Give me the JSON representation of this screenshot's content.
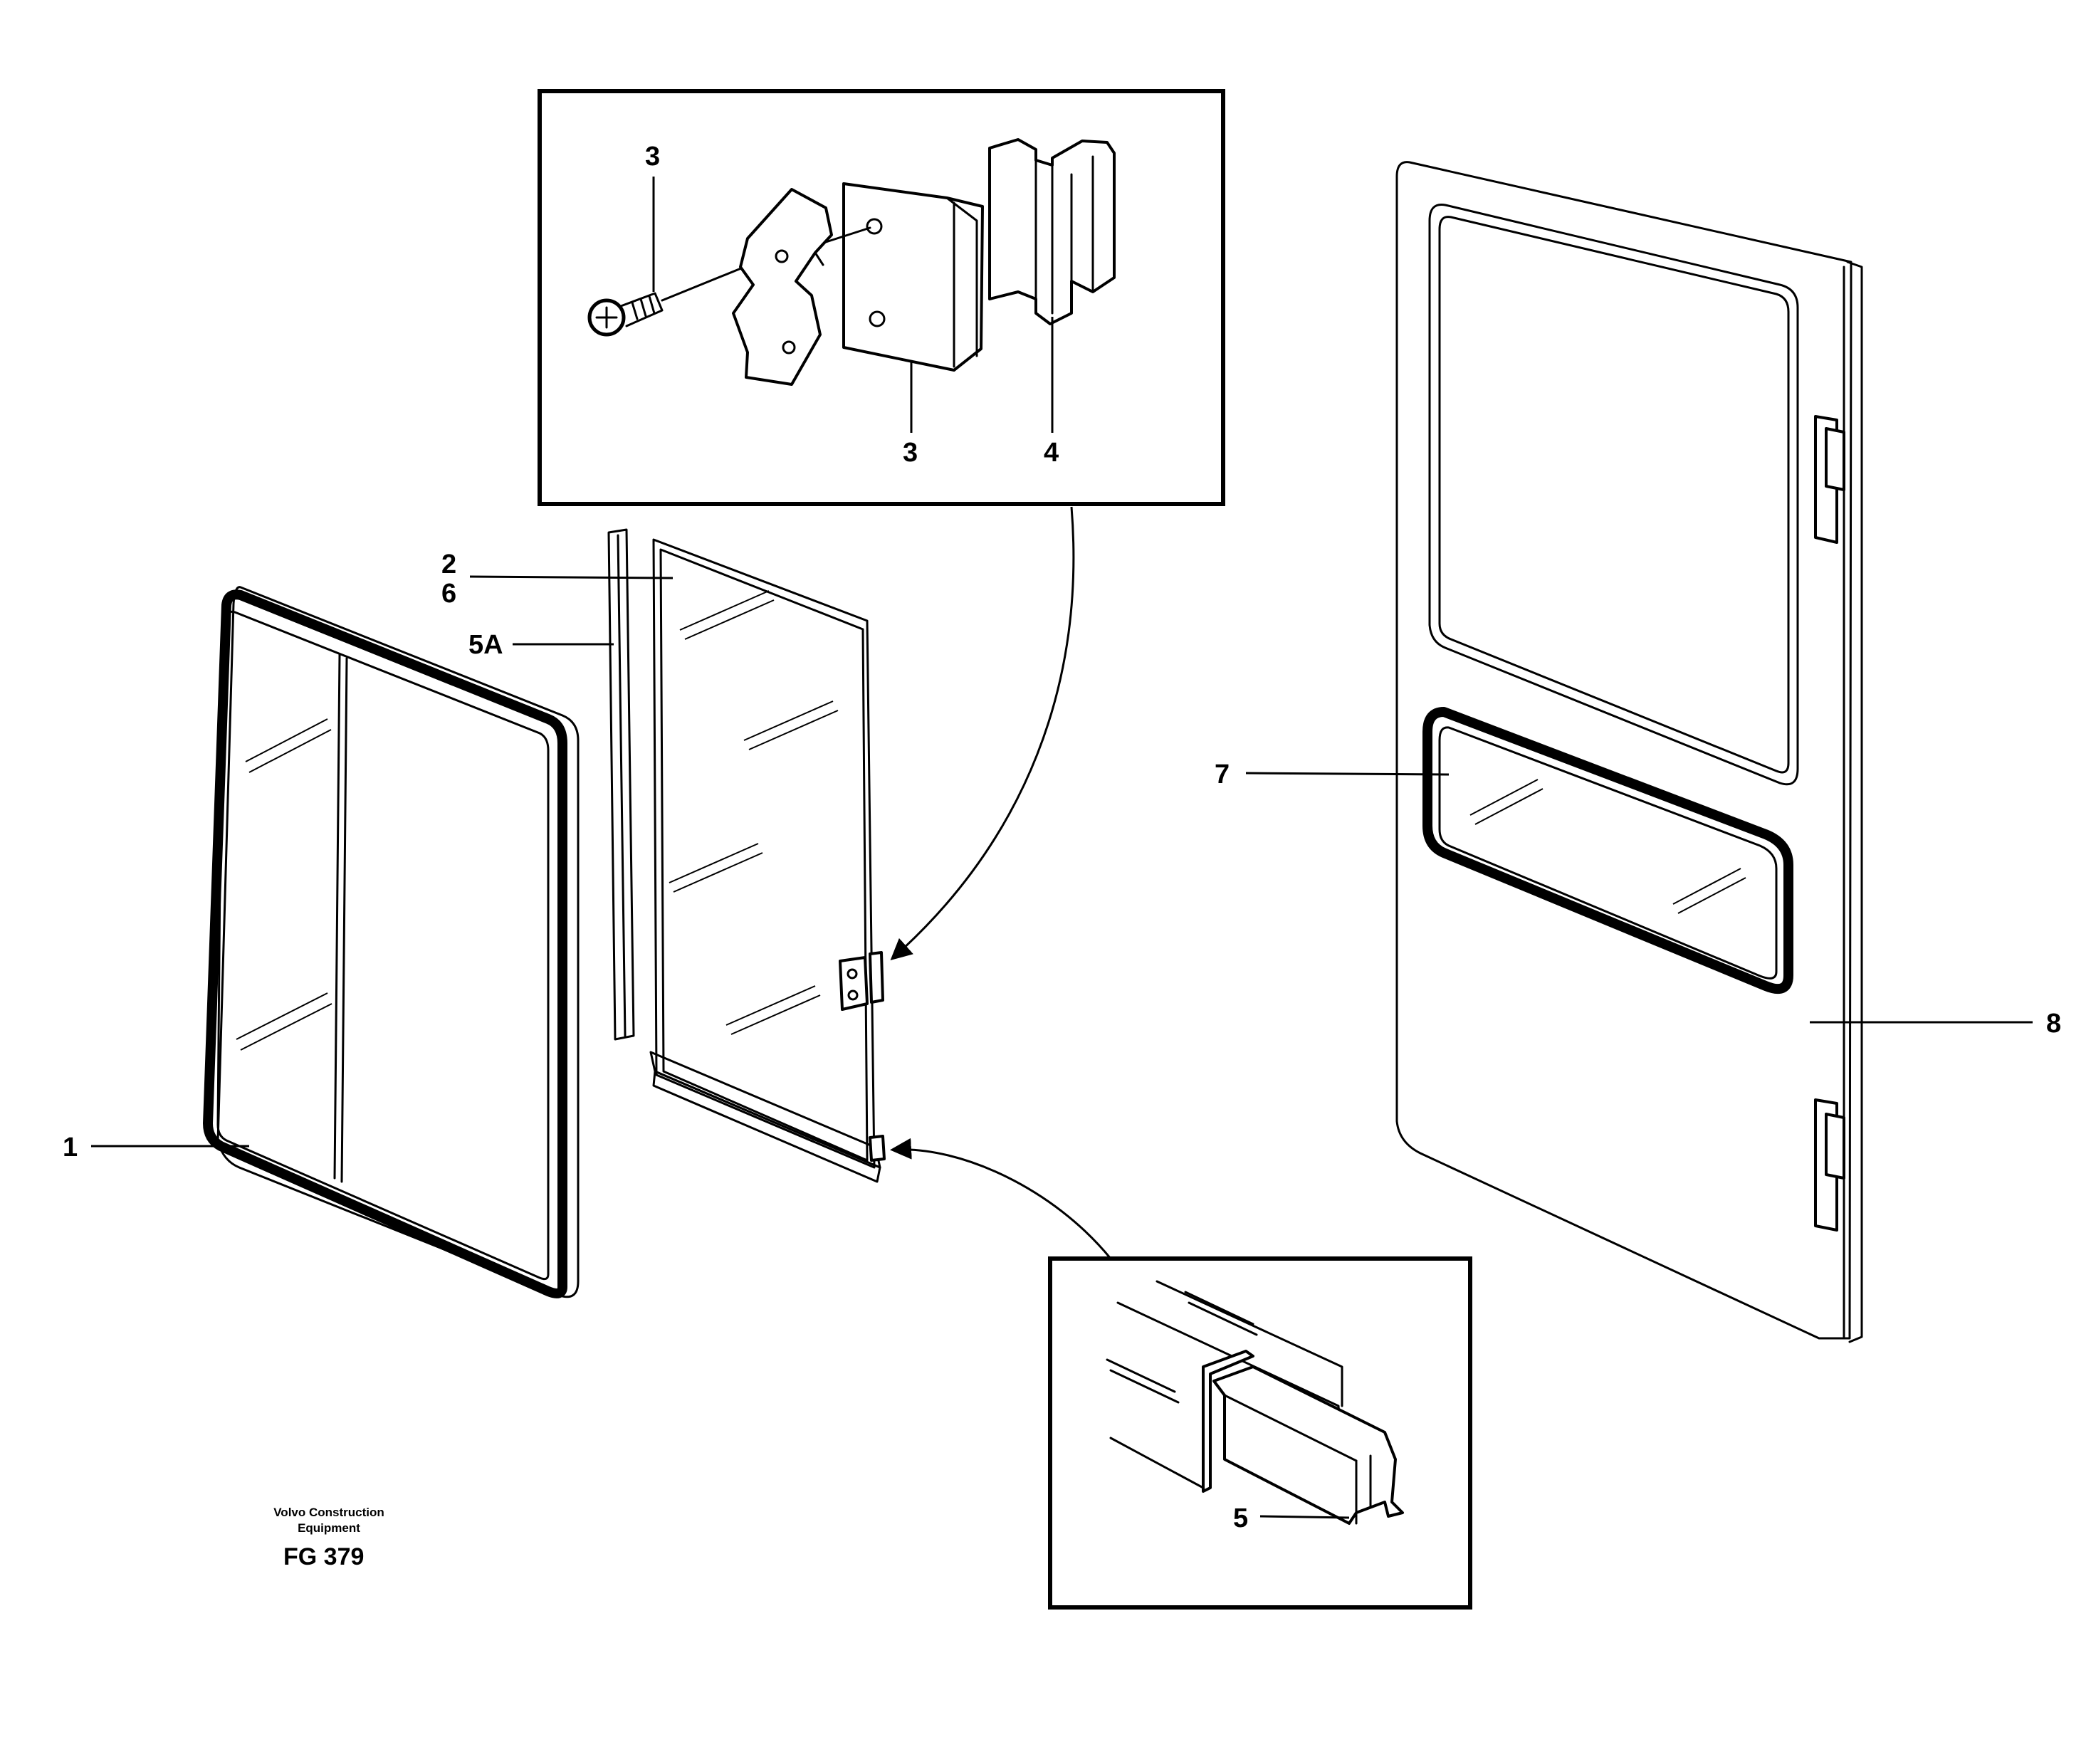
{
  "callouts": {
    "c1": "1",
    "c2": "2",
    "c6": "6",
    "c5a": "5A",
    "c3_top": "3",
    "c3_bottom": "3",
    "c4": "4",
    "c5": "5",
    "c7": "7",
    "c8": "8"
  },
  "footer": {
    "maker_line1": "Volvo Construction",
    "maker_line2": "Equipment",
    "figure_code": "FG 379"
  }
}
